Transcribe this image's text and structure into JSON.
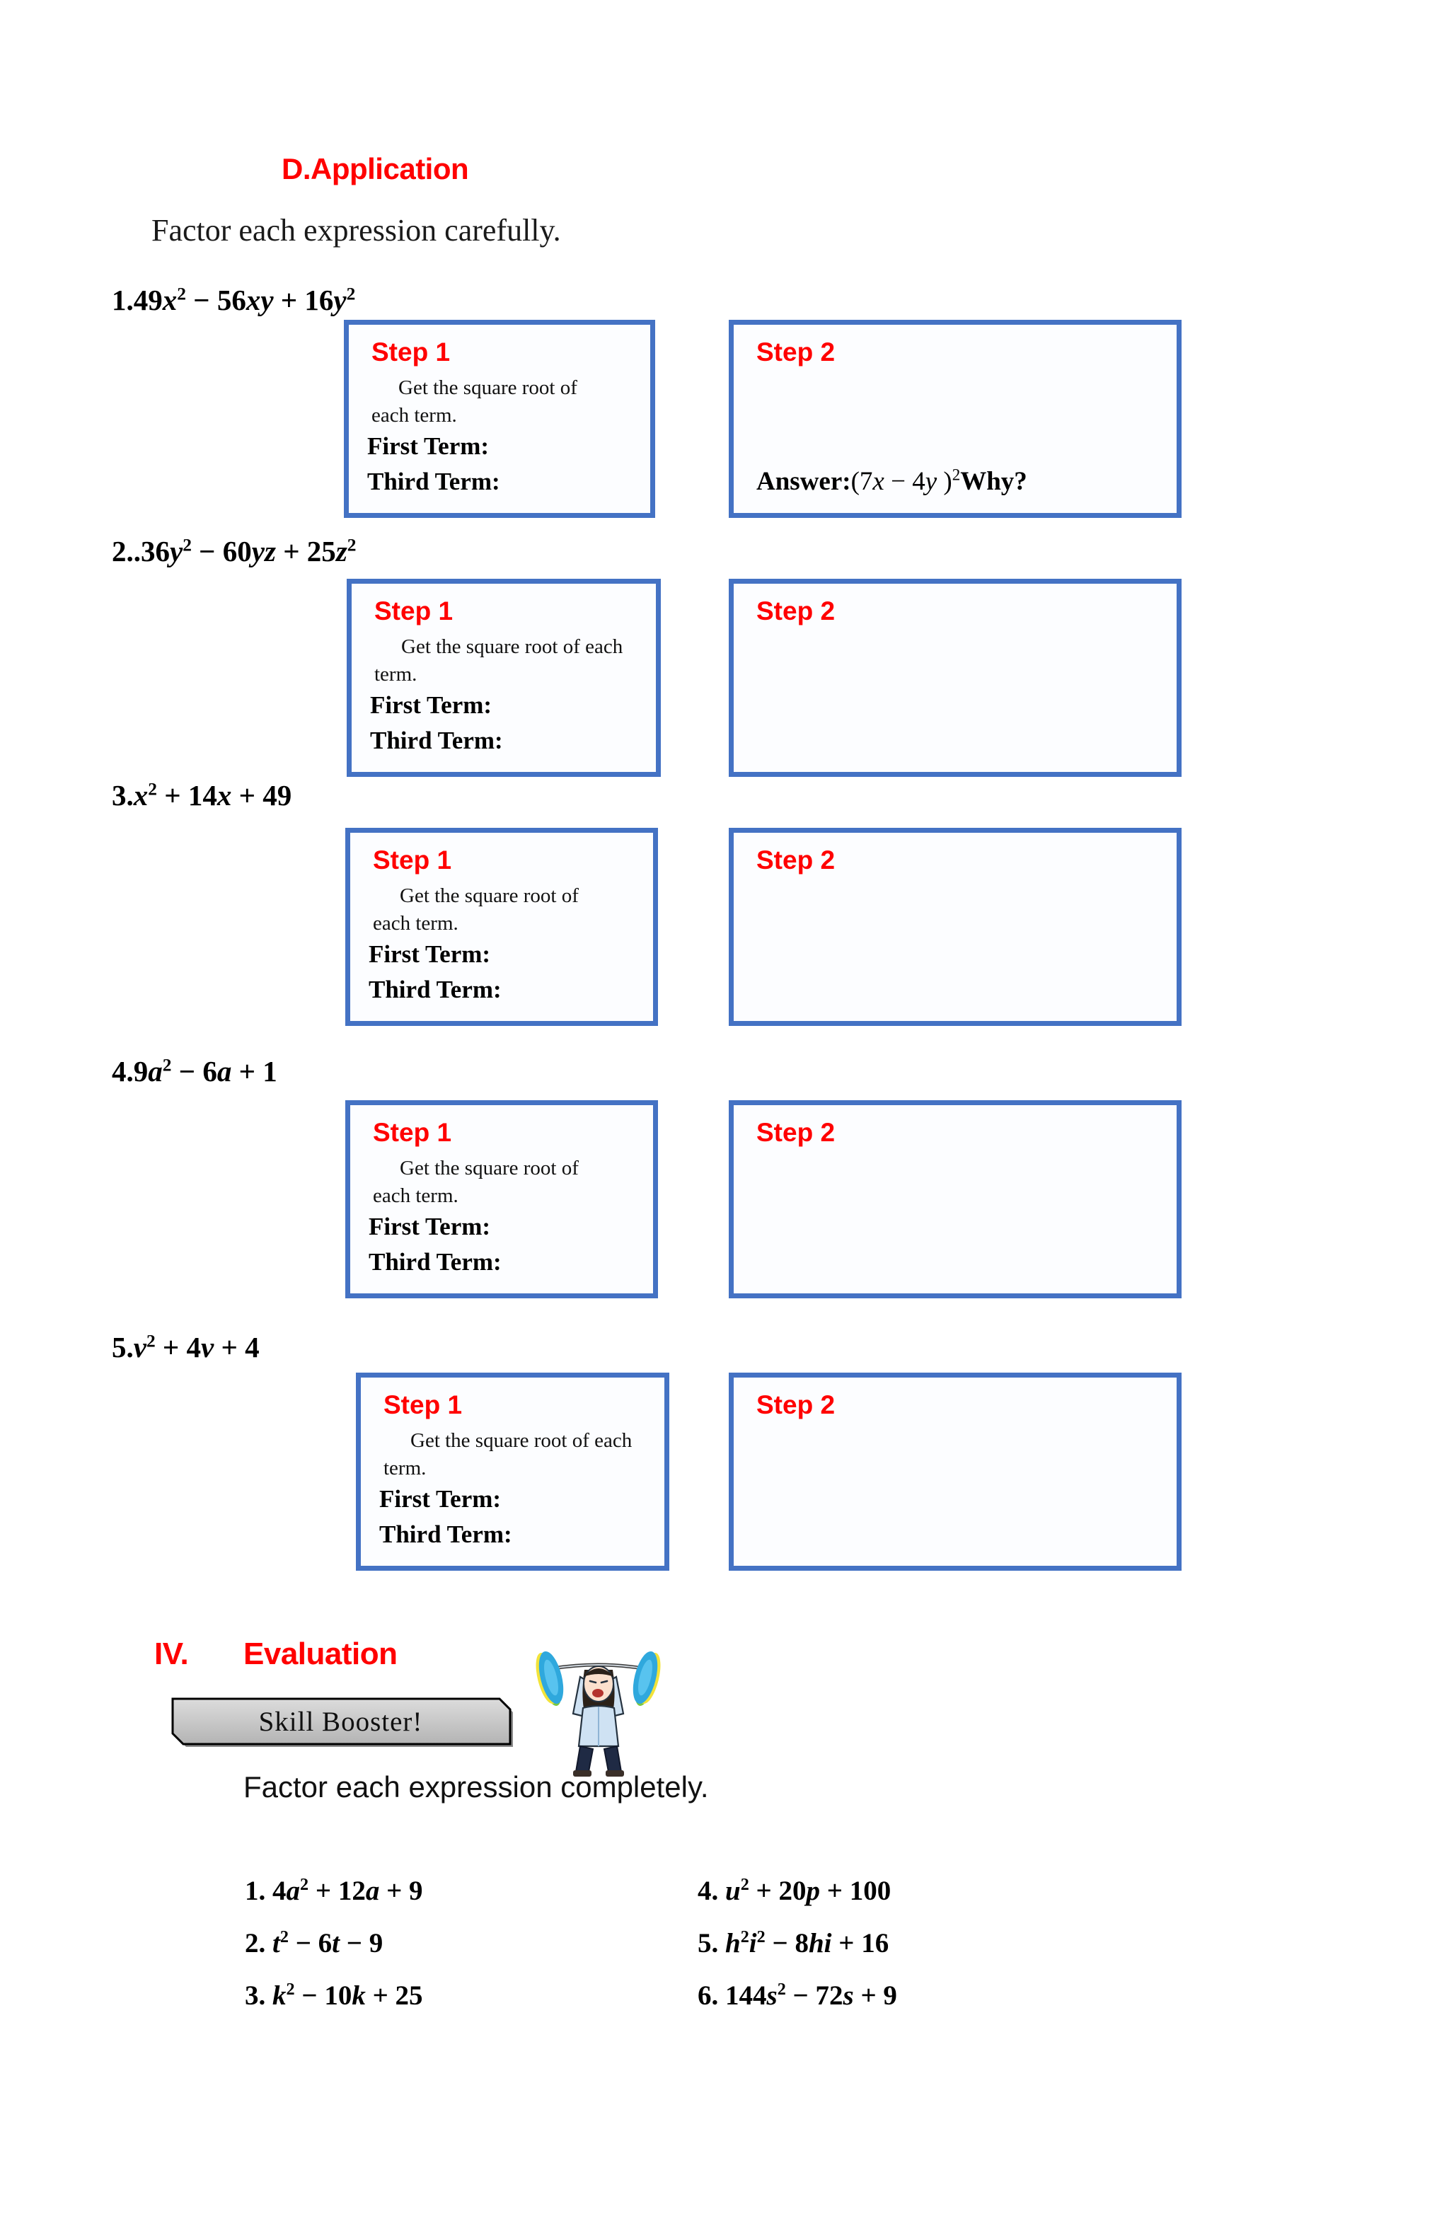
{
  "section": {
    "application_heading": "D.Application",
    "instruction_application": "Factor each expression carefully."
  },
  "problems": [
    {
      "number": "1.",
      "expression_html": "49<span class=\"var\">x</span><sup>2</sup> &minus; 56<span class=\"var\">xy</span> + 16<span class=\"var\">y</span><sup>2</sup>",
      "expression_text": "49x² − 56xy + 16y²"
    },
    {
      "number": "2..",
      "expression_html": "36<span class=\"var\">y</span><sup>2</sup> &minus; 60<span class=\"var\">yz</span> + 25<span class=\"var\">z</span><sup>2</sup>",
      "expression_text": "36y² − 60yz + 25z²"
    },
    {
      "number": "3.",
      "expression_html": "<span class=\"var\">x</span><sup>2</sup> + 14<span class=\"var\">x</span> + 49",
      "expression_text": "x² + 14x + 49"
    },
    {
      "number": "4.",
      "expression_html": "9<span class=\"var\">a</span><sup>2</sup> &minus; 6<span class=\"var\">a</span> + 1",
      "expression_text": "9a² − 6a + 1"
    },
    {
      "number": "5.",
      "expression_html": "<span class=\"var\">v</span><sup>2</sup> + 4<span class=\"var\">v</span> + 4",
      "expression_text": "v² + 4v + 4"
    }
  ],
  "step_box": {
    "step1_title": "Step 1",
    "step1_instruction": "Get the square root of each term.",
    "first_term_label": "First Term:",
    "third_term_label": "Third Term:",
    "step2_title": "Step 2",
    "answer_label": "Answer:",
    "answer_expression_html": "(7<span class=\"var\">x</span> &minus; 4<span class=\"var\">y</span> )<sup>2</sup>",
    "answer_expression_text": "(7x − 4y)²",
    "answer_why": "Why?"
  },
  "evaluation": {
    "numeral": "IV.",
    "label": "Evaluation",
    "banner_label": "Skill Booster!",
    "instruction": "Factor each expression completely."
  },
  "exercises": {
    "left_column": [
      {
        "number": "1.",
        "expression_html": "4<span class=\"var\">a</span><sup>2</sup> + 12<span class=\"var\">a</span> + 9",
        "expression_text": "4a² + 12a + 9"
      },
      {
        "number": "2.",
        "expression_html": "<span class=\"var\">t</span><sup>2</sup> &minus; 6<span class=\"var\">t</span> &minus; 9",
        "expression_text": "t² − 6t − 9"
      },
      {
        "number": "3.",
        "expression_html": "<span class=\"var\">k</span><sup>2</sup> &minus; 10<span class=\"var\">k</span> + 25",
        "expression_text": "k² − 10k + 25"
      }
    ],
    "right_column": [
      {
        "number": "4.",
        "expression_html": "<span class=\"var\">u</span><sup>2</sup> + 20<span class=\"var\">p</span> + 100",
        "expression_text": "u² + 20p + 100"
      },
      {
        "number": "5.",
        "expression_html": "<span class=\"var\">h</span><sup>2</sup><span class=\"var\">i</span><sup>2</sup> &minus; 8<span class=\"var\">hi</span> + 16",
        "expression_text": "h²i² − 8hi + 16"
      },
      {
        "number": "6.",
        "expression_html": "144<span class=\"var\">s</span><sup>2</sup> &minus; 72<span class=\"var\">s</span> + 9",
        "expression_text": "144s² − 72s + 9"
      }
    ]
  },
  "colors": {
    "heading_red": "#FF0000",
    "box_border_blue": "#4472C4",
    "banner_gray": "#C8C8C8",
    "page_background": "#FFFFFF"
  },
  "clipart": {
    "name": "weightlifter-clipart",
    "description": "woman lifting barbell"
  }
}
